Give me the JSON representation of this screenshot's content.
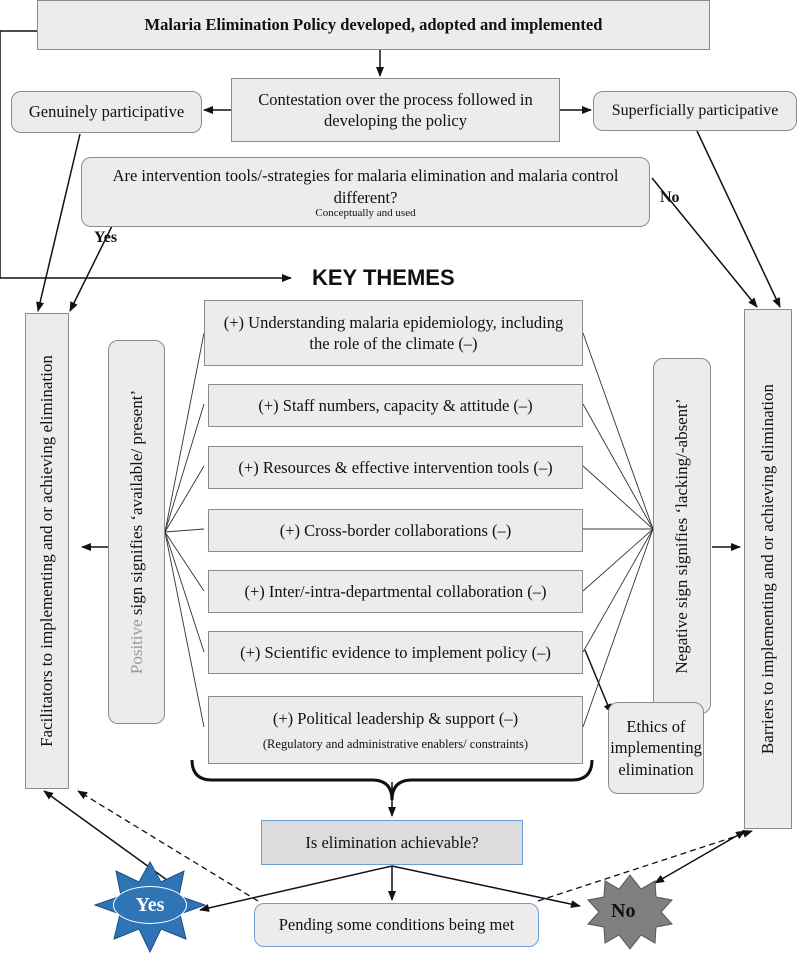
{
  "title": "Malaria Elimination Policy developed, adopted and implemented",
  "contestation": "Contestation over the process followed in developing the policy",
  "genuinely": "Genuinely participative",
  "superficially": "Superficially participative",
  "question": {
    "text": "Are intervention tools/-strategies for malaria elimination and malaria control different?",
    "note": "Conceptually and used"
  },
  "yes_label": "Yes",
  "no_label": "No",
  "key_themes": "KEY THEMES",
  "themes": [
    "(+) Understanding malaria epidemiology, including the role of the climate (–)",
    "(+) Staff numbers, capacity & attitude (–)",
    "(+) Resources & effective intervention tools (–)",
    "(+) Cross-border collaborations (–)",
    "(+) Inter/-intra-departmental collaboration (–)",
    "(+) Scientific evidence to implement policy (–)",
    "(+) Political leadership & support (–)"
  ],
  "theme_note": "(Regulatory and administrative enablers/ constraints)",
  "positive": {
    "lead": "Positive",
    "rest": " sign signifies ‘available/ present’"
  },
  "negative": "Negative sign signifies ‘lacking/-absent’",
  "facilitators": "Facilitators to implementing and or achieving elimination",
  "barriers": "Barriers to implementing and or achieving elimination",
  "ethics": "Ethics of implementing elimination",
  "achievable": "Is elimination achievable?",
  "pending": "Pending some conditions being met",
  "outcome_yes": "Yes",
  "outcome_no": "No",
  "colors": {
    "box_fill": "#ececec",
    "box_border": "#8c8c8c",
    "yes_star": "#2f74b5",
    "no_star": "#808080",
    "achievable_border": "#6e9fd0",
    "positive_text": "#999999"
  }
}
